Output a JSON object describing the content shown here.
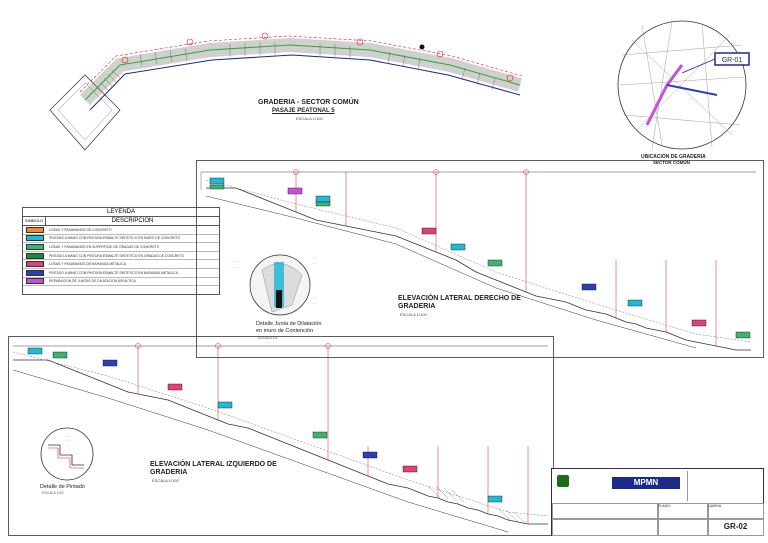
{
  "plan": {
    "title": "GRADERIA - SECTOR COMÚN",
    "subtitle": "PASAJE PEATONAL 5",
    "scale": "ESCALA 1/100"
  },
  "location": {
    "title": "UBICACIÓN DE GRADERIA",
    "subtitle": "SECTOR COMÚN",
    "callout": "GR-01"
  },
  "legend": {
    "title": "LEYENDA",
    "col_code": "SIMBOLO",
    "col_desc": "DESCRIPCION",
    "rows": [
      {
        "color": "#f28c28",
        "desc": "LOSAS Y PASAMANOS DE CONCRETO"
      },
      {
        "color": "#22b8d6",
        "desc": "PINTADO A MANO CON PINTURA ESMALTE SINTETICO EN MURO DE CONCRETO"
      },
      {
        "color": "#3cb371",
        "desc": "LOSAS Y PASAMANOS EN SUPERFICIE DE GRADAS DE CONCRETO"
      },
      {
        "color": "#1f8a3a",
        "desc": "PINTADO A MANO CON PINTURA ESMALTE SINTETICO EN GRADAS DE CONCRETO"
      },
      {
        "color": "#e0407a",
        "desc": "LOSAS Y PASAMANOS DE BARANDA METALICA"
      },
      {
        "color": "#2a3fb8",
        "desc": "PINTADO A MANO CON PINTURA ESMALTE SINTETICO EN BARANDA METALICA"
      },
      {
        "color": "#c84fd8",
        "desc": "REPARACION DE JUNTAS DE DILATACION ASFALTICA"
      }
    ]
  },
  "detail_junta": {
    "title": "Detalle Junta de Dilatación",
    "subtitle": "en muro de Contención",
    "scale": "ESCALA 1/5"
  },
  "detail_pintado": {
    "title": "Detalle de Pintado",
    "scale": "ESCALA 1/10"
  },
  "elev_right": {
    "title": "ELEVACIÓN LATERAL DERECHO DE",
    "title2": "GRADERIA",
    "scale": "ESCALA 1/100"
  },
  "elev_left": {
    "title": "ELEVACIÓN LATERAL IZQUIERDO DE",
    "title2": "GRADERIA",
    "scale": "ESCALA 1/100"
  },
  "title_block": {
    "org": "MPMN",
    "sheet": "GR-02",
    "label_plano": "PLANO:",
    "label_lamina": "LAMINA:"
  },
  "colors": {
    "line": "#333333",
    "red": "#e02020",
    "green": "#2eaa2e",
    "blue": "#1c2a8c",
    "cyan": "#22b8d6"
  }
}
